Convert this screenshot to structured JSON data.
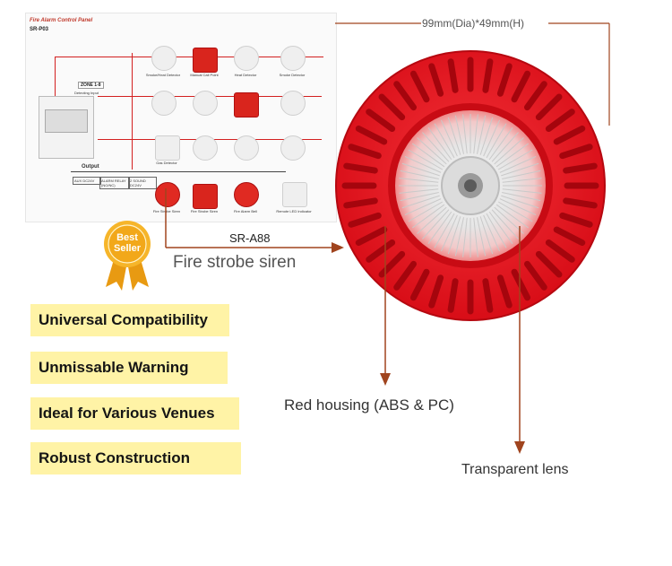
{
  "diagram": {
    "title": "Fire Alarm Control Panel",
    "code": "SR-P03",
    "panel_side_label": "Fire Alarm Control Panel",
    "zone_label": "ZONE 1-8",
    "detecting_input": "Detecting Input",
    "output_label": "Output",
    "outputs": [
      "AUX DC24V",
      "ALARM RELAY (NO/NC)",
      "2 SOUND DC24V"
    ],
    "captions": [
      "Smoke/Heat Detector",
      "Manual Call Point",
      "Heat Detector",
      "Smoke Detector",
      "Gas Detector",
      "Fire Strobe Siren",
      "Fire Strobe Siren",
      "Fire Alarm Bell",
      "Remote LED Indicator"
    ]
  },
  "badge": {
    "line1": "Best",
    "line2": "Seller"
  },
  "product": {
    "code": "SR-A88",
    "name": "Fire strobe siren",
    "dimensions": "99mm(Dia)*49mm(H)"
  },
  "features": [
    "Universal Compatibility",
    "Unmissable Warning",
    "Ideal for Various Venues",
    "Robust Construction"
  ],
  "callouts": {
    "housing": "Red housing (ABS & PC)",
    "lens": "Transparent lens"
  },
  "colors": {
    "housing_red": "#e8121b",
    "arrow_brown": "#a0441e",
    "feature_bg": "#fff3a6",
    "badge_gold": "#f2a81a"
  }
}
